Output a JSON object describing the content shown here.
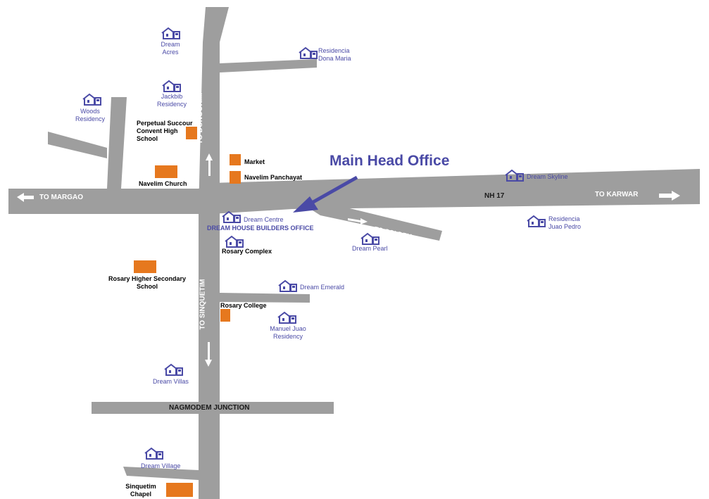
{
  "map": {
    "headline": "Main Head Office",
    "colors": {
      "road": "#9e9e9e",
      "landmark": "#e6781e",
      "dream": "#4a4aa6",
      "text": "#000000"
    },
    "roads": {
      "margao": "TO MARGAO",
      "karwar": "TO KARWAR",
      "nh": "NH 17",
      "dongorim": "TO DONGORIM",
      "sinquetim": "TO SINQUETIM",
      "coldem": "TO COLDEM",
      "junction": "NAGMODEM JUNCTION"
    },
    "projects": {
      "dream_acres": "Dream\nAcres",
      "residencia_dona_maria": "Residencia\nDona Maria",
      "jackbib": "Jackbib\nResidency",
      "woods": "Woods\nResidency",
      "dream_skyline": "Dream Skyline",
      "dream_centre": "Dream Centre",
      "builders_office": "DREAM HOUSE BUILDERS OFFICE",
      "residencia_juao_pedro": "Residencia\nJuao Pedro",
      "dream_pearl": "Dream Pearl",
      "dream_emerald": "Dream Emerald",
      "manuel_juao": "Manuel Juao\nResidency",
      "dream_villas": "Dream Villas",
      "dream_village": "Dream Village"
    },
    "landmarks": {
      "perpetual": "Perpetual Succour\nConvent High\nSchool",
      "market": "Market",
      "panchayat": "Navelim Panchayat",
      "church": "Navelim Church",
      "rosary_complex": "Rosary Complex",
      "rosary_higher": "Rosary Higher Secondary\nSchool",
      "rosary_college": "Rosary College",
      "chapel": "Sinquetim\nChapel"
    }
  }
}
